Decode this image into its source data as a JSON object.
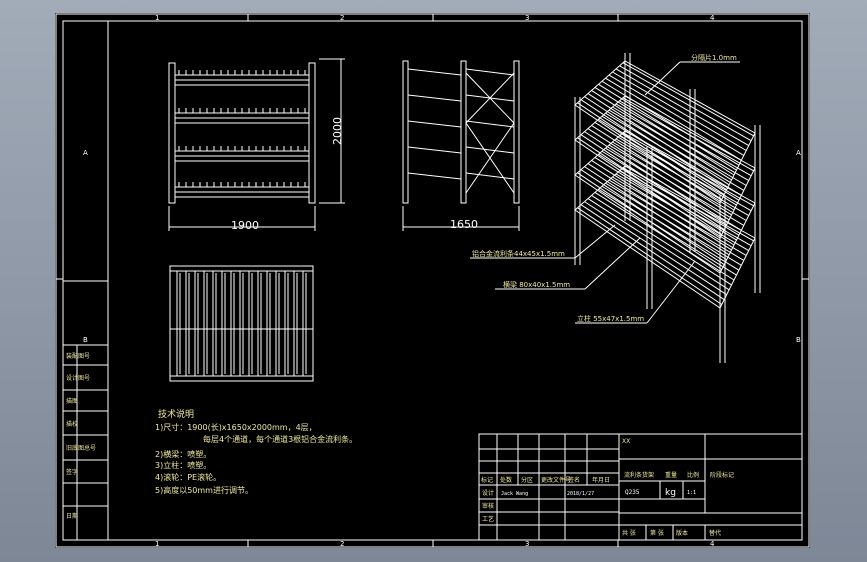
{
  "drawing": {
    "colors": {
      "sheet": "#000000",
      "line": "#ffffff",
      "background": "#8f98a6",
      "title_text": "#f0e8a0"
    },
    "border": {
      "column_marks": [
        "1",
        "2",
        "3",
        "4"
      ],
      "row_marks": [
        "A",
        "B"
      ]
    },
    "views": {
      "front": {
        "height_dim": "2000",
        "width_dim": "1900"
      },
      "side": {
        "width_dim": "1650"
      }
    },
    "callouts": [
      {
        "label": "分隔片1.0mm"
      },
      {
        "label": "铝合金流利条44x45x1.5mm"
      },
      {
        "label": "横梁 80x40x1.5mm"
      },
      {
        "label": "立柱 55x47x1.5mm"
      }
    ],
    "tech_notes": {
      "title": "技术说明",
      "lines": [
        "1)尺寸：1900(长)x1650x2000mm，4层，",
        "每层4个通道，每个通道3根铝合金流利条。",
        "2)横梁：喷塑。",
        "3)立柱：喷塑。",
        "4)滚轮：PE滚轮。",
        "5)高度以50mm进行调节。"
      ]
    },
    "left_strip": [
      "装配图号",
      "设计图号",
      "描图",
      "描校",
      "旧底图总号",
      "签字",
      "日期"
    ],
    "title_block": {
      "header_cells": [
        "标记",
        "处数",
        "分区",
        "更改文件号",
        "签名",
        "年月日"
      ],
      "row_labels": [
        "设计",
        "审核",
        "工艺"
      ],
      "designer": "Jack Wang",
      "date": "2018/1/27",
      "stage_label": "阶段标记",
      "weight_label": "重量",
      "scale_label": "比例",
      "weight_value": "kg",
      "scale_value": "1:1",
      "material": "Q235",
      "drawing_title": "流利条货架",
      "footer": [
        "共  张",
        "第  张",
        "版本",
        "替代"
      ],
      "top_small": "XX"
    }
  }
}
